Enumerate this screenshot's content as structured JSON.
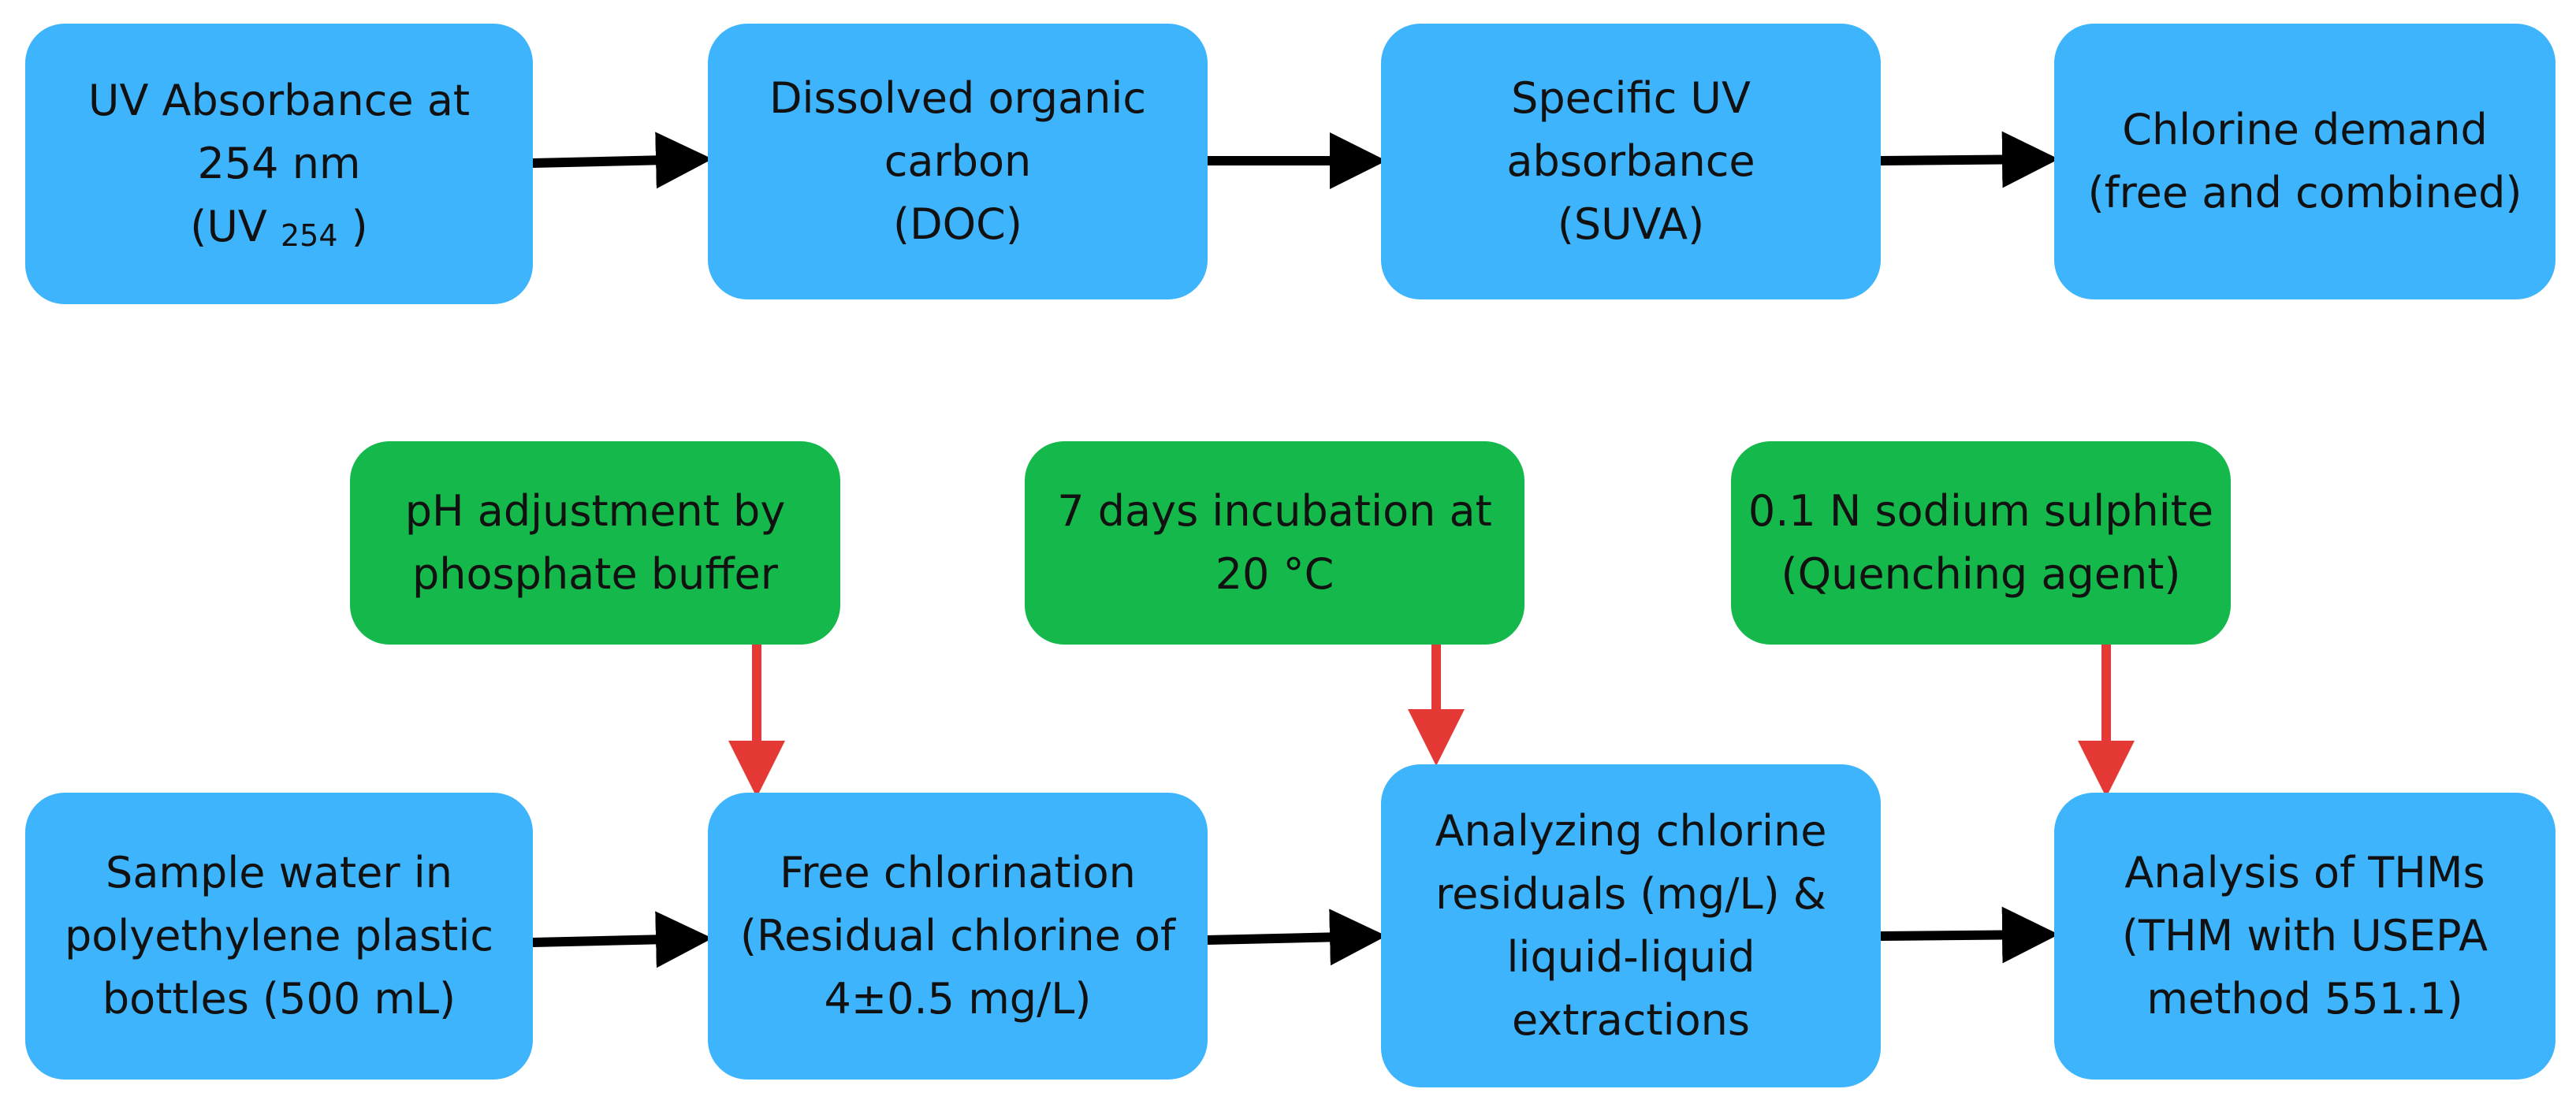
{
  "colors": {
    "process_box": "#3db4fb",
    "input_box": "#15b84a",
    "flow_arrow": "#000000",
    "input_arrow": "#e53935"
  },
  "top_row": {
    "uv": {
      "line1": "UV Absorbance at",
      "line2": "254 nm",
      "line3_pre": "(UV ",
      "line3_sub": "254",
      "line3_post": " )"
    },
    "doc": {
      "line1": "Dissolved organic",
      "line2": "carbon",
      "line3": "(DOC)"
    },
    "suva": {
      "line1": "Specific UV",
      "line2": "absorbance",
      "line3": "(SUVA)"
    },
    "chlorine_demand": {
      "line1": "Chlorine demand",
      "line2": "(free and combined)"
    }
  },
  "inputs": {
    "ph": {
      "line1": "pH adjustment by",
      "line2": "phosphate buffer"
    },
    "incubation": {
      "line1": "7 days incubation at",
      "line2": "20 °C"
    },
    "quench": {
      "line1": "0.1 N sodium sulphite",
      "line2": "(Quenching agent)"
    }
  },
  "bottom_row": {
    "sample": {
      "line1": "Sample water in",
      "line2": "polyethylene plastic",
      "line3": "bottles (500 mL)"
    },
    "chlorination": {
      "line1": "Free chlorination",
      "line2": "(Residual chlorine of",
      "line3": "4±0.5 mg/L)"
    },
    "analyzing": {
      "line1": "Analyzing chlorine",
      "line2": "residuals (mg/L) &",
      "line3": "liquid-liquid",
      "line4": "extractions"
    },
    "thm": {
      "line1": "Analysis of THMs",
      "line2": "(THM with USEPA",
      "line3": "method 551.1)"
    }
  }
}
